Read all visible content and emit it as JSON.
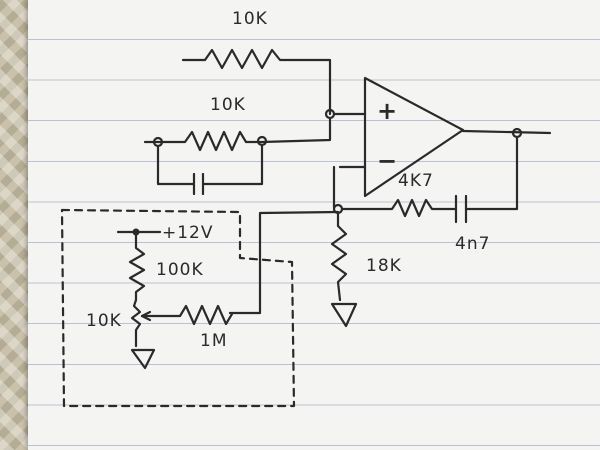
{
  "labels": {
    "r_top": "10K",
    "r_in": "10K",
    "plus_sign": "+",
    "minus_sign": "−",
    "r_fb": "4K7",
    "c_fb": "4n7",
    "r_gnd": "18K",
    "supply": "+12V",
    "r_div_top": "100K",
    "pot": "10K",
    "r_bias": "1M"
  }
}
